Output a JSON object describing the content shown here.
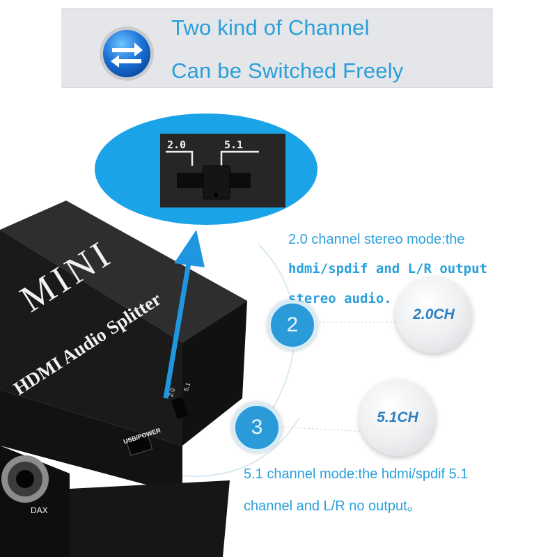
{
  "banner": {
    "line1": "Two kind of Channel",
    "line2": "Can be Switched Freely",
    "icon": "swap-arrows-icon"
  },
  "zoom": {
    "label_left": "2.0",
    "label_right": "5.1"
  },
  "device": {
    "brand": "MINI",
    "model": "HDMI Audio Splitter",
    "port_label": "USB/POWER",
    "switch_left": "2.0",
    "switch_right": "5.1",
    "coax_label": "DAX"
  },
  "mode2": {
    "number": "2",
    "badge": "2.0CH",
    "desc_line1": "2.0 channel stereo mode:the",
    "desc_line2": "hdmi/spdif and L/R output",
    "desc_line3": "stereo audio."
  },
  "mode3": {
    "number": "3",
    "badge": "5.1CH",
    "desc_line1": "5.1 channel mode:the hdmi/spdif 5.1",
    "desc_line2": "channel and L/R no output。"
  },
  "colors": {
    "accent": "#2b9fd9",
    "zoom_bg": "#1aa3e6",
    "device": "#1a1a1a"
  }
}
